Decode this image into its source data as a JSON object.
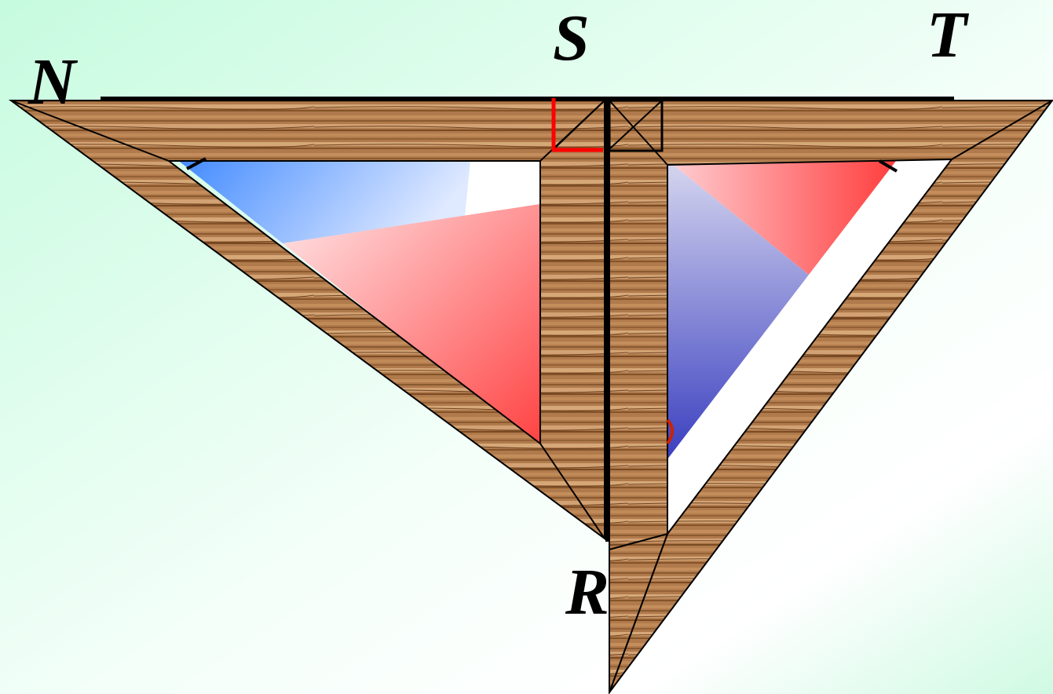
{
  "labels": {
    "N": "N",
    "S": "S",
    "T": "T",
    "R": "R"
  },
  "colors": {
    "background_light": "#ffffff",
    "background_tint": "#c9fbe0",
    "wood_base": "#b07a4c",
    "wood_light": "#d4a574",
    "wood_dark": "#7a4a22",
    "blue": "#3a86ff",
    "dark_blue": "#3a3fbf",
    "red": "#ff3b3b",
    "right_angle_marker": "#ff0000"
  },
  "icons": {
    "left_set_square": "wooden-set-square-icon",
    "right_set_square": "wooden-set-square-icon"
  }
}
